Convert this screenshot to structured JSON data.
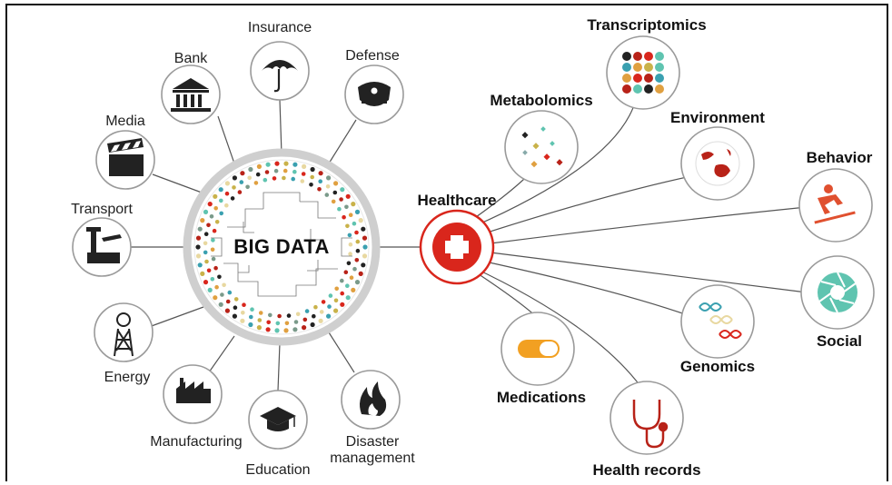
{
  "center": {
    "label": "BIG DATA"
  },
  "hub": {
    "label": "Healthcare"
  },
  "left_nodes": {
    "insurance": "Insurance",
    "bank": "Bank",
    "defense": "Defense",
    "media": "Media",
    "transport": "Transport",
    "energy": "Energy",
    "manufacturing": "Manufacturing",
    "education": "Education",
    "disaster_management": "Disaster\nmanagement"
  },
  "right_nodes": {
    "transcriptomics": "Transcriptomics",
    "metabolomics": "Metabolomics",
    "environment": "Environment",
    "behavior": "Behavior",
    "social": "Social",
    "genomics": "Genomics",
    "medications": "Medications",
    "health_records": "Health records"
  },
  "colors": {
    "healthcare_red": "#d9261c",
    "node_ring": "#9a9a9a",
    "ring_gray": "#cfcfcf",
    "social_teal": "#5fc4b0",
    "behavior_orange": "#e0502f",
    "medication_orange": "#f2a022"
  }
}
